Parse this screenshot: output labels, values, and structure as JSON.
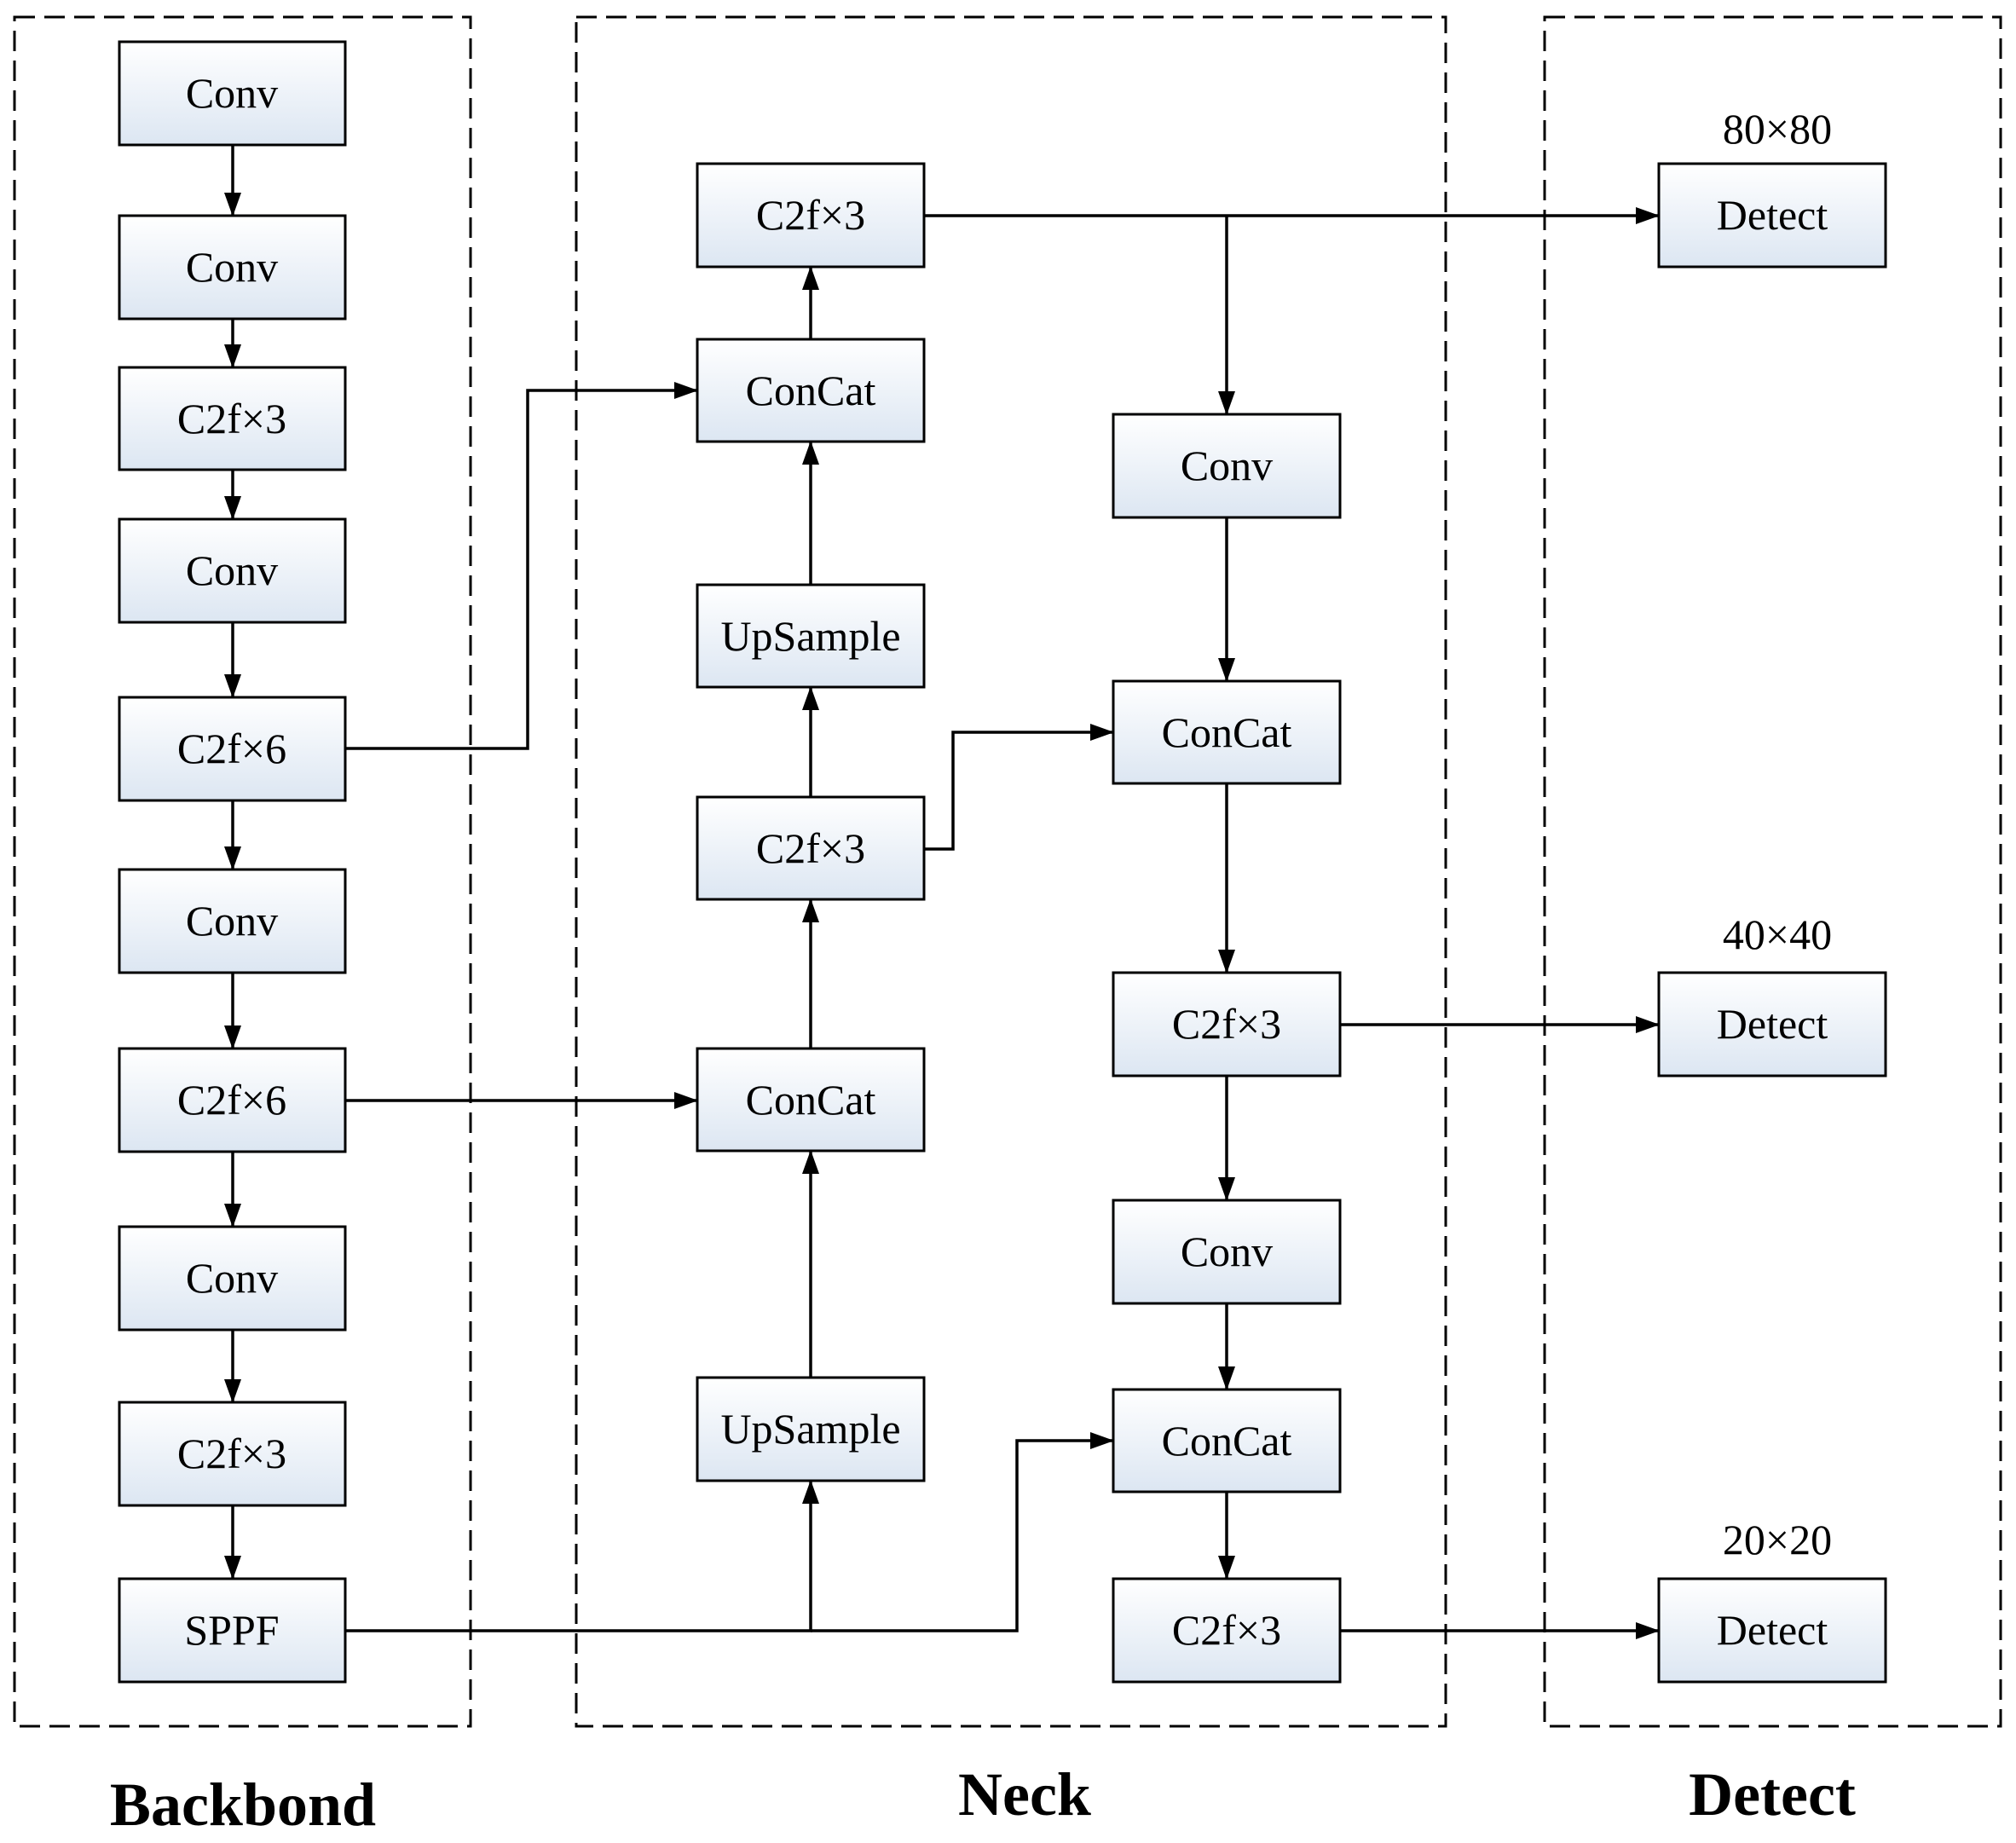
{
  "sections": {
    "backbone": "Backbond",
    "neck": "Neck",
    "detect": "Detect"
  },
  "backbone": {
    "conv1": "Conv",
    "conv2": "Conv",
    "c2f_1": "C2f×3",
    "conv3": "Conv",
    "c2f_2": "C2f×6",
    "conv4": "Conv",
    "c2f_3": "C2f×6",
    "conv5": "Conv",
    "c2f_4": "C2f×3",
    "sppf": "SPPF"
  },
  "neck": {
    "upsample1": "UpSample",
    "concat1": "ConCat",
    "c2f_a": "C2f×3",
    "upsample2": "UpSample",
    "concat2": "ConCat",
    "c2f_b": "C2f×3",
    "conv_a": "Conv",
    "concat3": "ConCat",
    "c2f_c": "C2f×3",
    "conv_b": "Conv",
    "concat4": "ConCat",
    "c2f_d": "C2f×3"
  },
  "detect": {
    "head1": "Detect",
    "head2": "Detect",
    "head3": "Detect",
    "scale1": "80×80",
    "scale2": "40×40",
    "scale3": "20×20"
  }
}
